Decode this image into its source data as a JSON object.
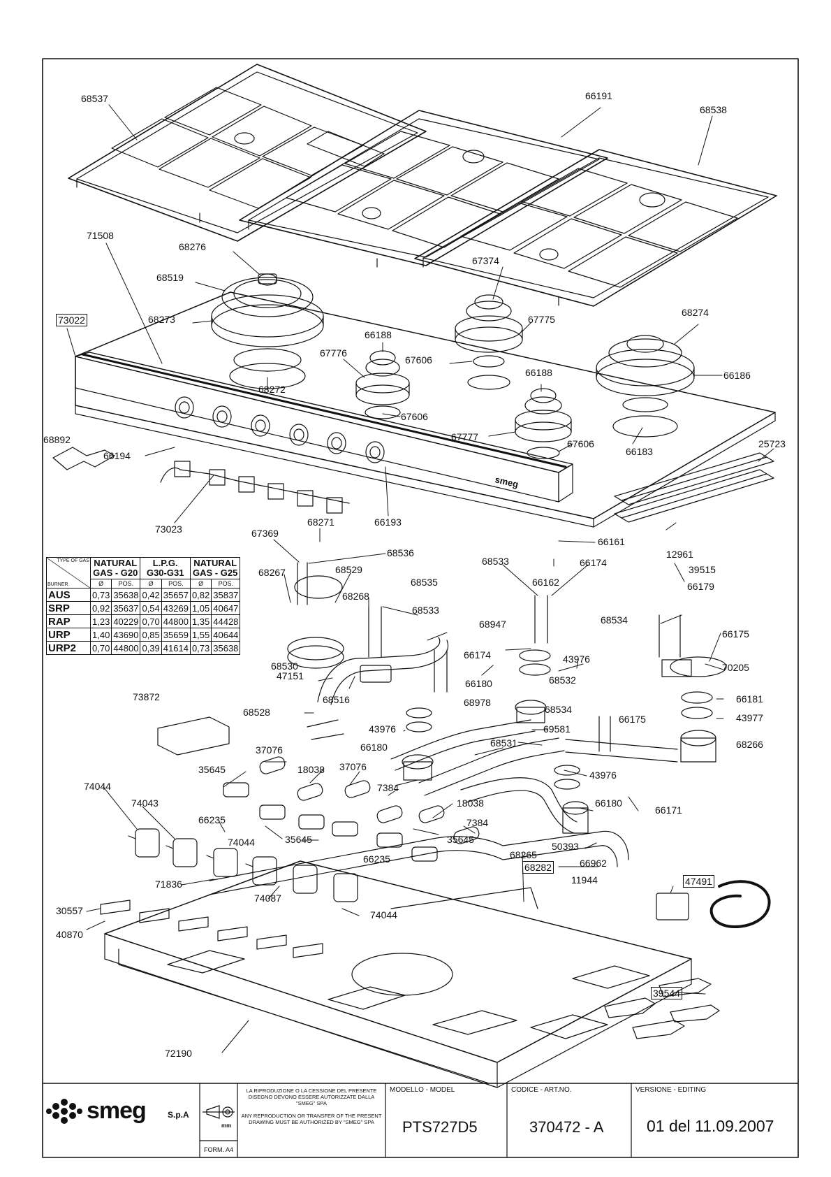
{
  "part_labels": [
    {
      "id": "lbl-68537",
      "text": "68537"
    },
    {
      "id": "lbl-66191",
      "text": "66191"
    },
    {
      "id": "lbl-68538",
      "text": "68538"
    },
    {
      "id": "lbl-71508",
      "text": "71508"
    },
    {
      "id": "lbl-68276",
      "text": "68276"
    },
    {
      "id": "lbl-68519",
      "text": "68519"
    },
    {
      "id": "lbl-67374",
      "text": "67374"
    },
    {
      "id": "lbl-68273",
      "text": "68273"
    },
    {
      "id": "lbl-73022",
      "text": "73022"
    },
    {
      "id": "lbl-67775",
      "text": "67775"
    },
    {
      "id": "lbl-68274",
      "text": "68274"
    },
    {
      "id": "lbl-66188a",
      "text": "66188"
    },
    {
      "id": "lbl-67776",
      "text": "67776"
    },
    {
      "id": "lbl-67606a",
      "text": "67606"
    },
    {
      "id": "lbl-66186",
      "text": "66186"
    },
    {
      "id": "lbl-68272",
      "text": "68272"
    },
    {
      "id": "lbl-66188b",
      "text": "66188"
    },
    {
      "id": "lbl-67606b",
      "text": "67606"
    },
    {
      "id": "lbl-67777",
      "text": "67777"
    },
    {
      "id": "lbl-67606c",
      "text": "67606"
    },
    {
      "id": "lbl-68892",
      "text": "68892"
    },
    {
      "id": "lbl-66194",
      "text": "66194"
    },
    {
      "id": "lbl-66183",
      "text": "66183"
    },
    {
      "id": "lbl-25723",
      "text": "25723"
    },
    {
      "id": "lbl-73023",
      "text": "73023"
    },
    {
      "id": "lbl-66193",
      "text": "66193"
    },
    {
      "id": "lbl-68271",
      "text": "68271"
    },
    {
      "id": "lbl-67369",
      "text": "67369"
    },
    {
      "id": "lbl-68536",
      "text": "68536"
    },
    {
      "id": "lbl-66161",
      "text": "66161"
    },
    {
      "id": "lbl-12961",
      "text": "12961"
    },
    {
      "id": "lbl-68267",
      "text": "68267"
    },
    {
      "id": "lbl-68529",
      "text": "68529"
    },
    {
      "id": "lbl-68533a",
      "text": "68533"
    },
    {
      "id": "lbl-66174a",
      "text": "66174"
    },
    {
      "id": "lbl-39515",
      "text": "39515"
    },
    {
      "id": "lbl-66162",
      "text": "66162"
    },
    {
      "id": "lbl-68268",
      "text": "68268"
    },
    {
      "id": "lbl-68535",
      "text": "68535"
    },
    {
      "id": "lbl-66179",
      "text": "66179"
    },
    {
      "id": "lbl-68533b",
      "text": "68533"
    },
    {
      "id": "lbl-68534a",
      "text": "68534"
    },
    {
      "id": "lbl-68947",
      "text": "68947"
    },
    {
      "id": "lbl-66175a",
      "text": "66175"
    },
    {
      "id": "lbl-66174b",
      "text": "66174"
    },
    {
      "id": "lbl-43976a",
      "text": "43976"
    },
    {
      "id": "lbl-68530",
      "text": "68530"
    },
    {
      "id": "lbl-70205",
      "text": "70205"
    },
    {
      "id": "lbl-66180a",
      "text": "66180"
    },
    {
      "id": "lbl-68532",
      "text": "68532"
    },
    {
      "id": "lbl-47151",
      "text": "47151"
    },
    {
      "id": "lbl-68516",
      "text": "68516"
    },
    {
      "id": "lbl-66181",
      "text": "66181"
    },
    {
      "id": "lbl-68978",
      "text": "68978"
    },
    {
      "id": "lbl-73872",
      "text": "73872"
    },
    {
      "id": "lbl-68528",
      "text": "68528"
    },
    {
      "id": "lbl-68534b",
      "text": "68534"
    },
    {
      "id": "lbl-43977",
      "text": "43977"
    },
    {
      "id": "lbl-43976b",
      "text": "43976"
    },
    {
      "id": "lbl-66175b",
      "text": "66175"
    },
    {
      "id": "lbl-69581",
      "text": "69581"
    },
    {
      "id": "lbl-68266",
      "text": "68266"
    },
    {
      "id": "lbl-66180b",
      "text": "66180"
    },
    {
      "id": "lbl-68531",
      "text": "68531"
    },
    {
      "id": "lbl-37076a",
      "text": "37076"
    },
    {
      "id": "lbl-18038a",
      "text": "18038"
    },
    {
      "id": "lbl-37076b",
      "text": "37076"
    },
    {
      "id": "lbl-43976c",
      "text": "43976"
    },
    {
      "id": "lbl-35645a",
      "text": "35645"
    },
    {
      "id": "lbl-7384a",
      "text": "7384"
    },
    {
      "id": "lbl-66171",
      "text": "66171"
    },
    {
      "id": "lbl-74044a",
      "text": "74044"
    },
    {
      "id": "lbl-66180c",
      "text": "66180"
    },
    {
      "id": "lbl-74043",
      "text": "74043"
    },
    {
      "id": "lbl-18038b",
      "text": "18038"
    },
    {
      "id": "lbl-66235a",
      "text": "66235"
    },
    {
      "id": "lbl-7384b",
      "text": "7384"
    },
    {
      "id": "lbl-74044b",
      "text": "74044"
    },
    {
      "id": "lbl-35645b",
      "text": "35645"
    },
    {
      "id": "lbl-68265",
      "text": "68265"
    },
    {
      "id": "lbl-50393",
      "text": "50393"
    },
    {
      "id": "lbl-66235b",
      "text": "66235"
    },
    {
      "id": "lbl-35645c",
      "text": "35645"
    },
    {
      "id": "lbl-66962",
      "text": "66962"
    },
    {
      "id": "lbl-68282",
      "text": "68282"
    },
    {
      "id": "lbl-11944",
      "text": "11944"
    },
    {
      "id": "lbl-71836",
      "text": "71836"
    },
    {
      "id": "lbl-47491",
      "text": "47491"
    },
    {
      "id": "lbl-74087",
      "text": "74087"
    },
    {
      "id": "lbl-30557",
      "text": "30557"
    },
    {
      "id": "lbl-74044c",
      "text": "74044"
    },
    {
      "id": "lbl-40870",
      "text": "40870"
    },
    {
      "id": "lbl-39544",
      "text": "39544"
    },
    {
      "id": "lbl-72190",
      "text": "72190"
    }
  ],
  "gas_table": {
    "corner_top": "TYPE OF GAS",
    "corner_bottom": "BURNER",
    "groups": [
      {
        "line1": "NATURAL",
        "line2": "GAS - G20"
      },
      {
        "line1": "L.P.G.",
        "line2": "G30-G31"
      },
      {
        "line1": "NATURAL",
        "line2": "GAS - G25"
      }
    ],
    "sub_headers": [
      "Ø",
      "POS.",
      "Ø",
      "POS.",
      "Ø",
      "POS."
    ],
    "rows": [
      {
        "burner": "AUS",
        "cells": [
          "0,73",
          "35638",
          "0,42",
          "35657",
          "0,82",
          "35837"
        ]
      },
      {
        "burner": "SRP",
        "cells": [
          "0,92",
          "35637",
          "0,54",
          "43269",
          "1,05",
          "40647"
        ]
      },
      {
        "burner": "RAP",
        "cells": [
          "1,23",
          "40229",
          "0,70",
          "44800",
          "1,35",
          "44428"
        ]
      },
      {
        "burner": "URP",
        "cells": [
          "1,40",
          "43690",
          "0,85",
          "35659",
          "1,55",
          "40644"
        ]
      },
      {
        "burner": "URP2",
        "cells": [
          "0,70",
          "44800",
          "0,39",
          "41614",
          "0,73",
          "35638"
        ]
      }
    ]
  },
  "brand_marking": "smeg",
  "title_block": {
    "brand": "smeg",
    "brand_suffix": "S.p.A",
    "unit": "mm",
    "format": "FORM. A4",
    "legal_it": "LA RIPRODUZIONE O LA CESSIONE DEL PRESENTE DISEGNO DEVONO ESSERE AUTORIZZATE DALLA \"SMEG\" SPA",
    "legal_en": "ANY REPRODUCTION OR TRANSFER OF THE PRESENT DRAWING MUST BE AUTHORIZED BY \"SMEG\" SPA",
    "model_caption": "MODELLO - MODEL",
    "model": "PTS727D5",
    "code_caption": "CODICE - ART.NO.",
    "code": "370472 - A",
    "version_caption": "VERSIONE - EDITING",
    "version": "01 del 11.09.2007"
  }
}
